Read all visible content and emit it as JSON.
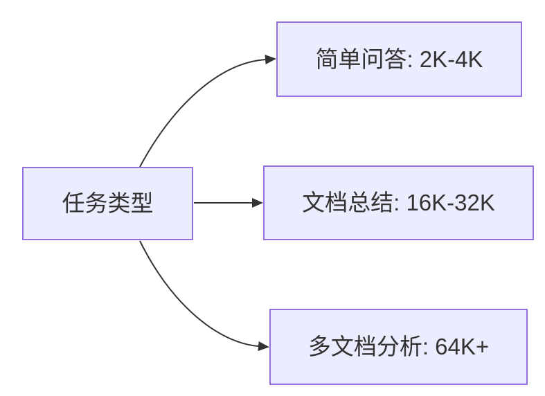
{
  "diagram": {
    "type": "flowchart-left-to-right",
    "nodes": [
      {
        "id": "task-type",
        "label": "任务类型"
      },
      {
        "id": "simple-qa",
        "label": "简单问答: 2K-4K"
      },
      {
        "id": "doc-summary",
        "label": "文档总结: 16K-32K"
      },
      {
        "id": "multi-doc",
        "label": "多文档分析: 64K+"
      }
    ],
    "edges": [
      {
        "from": "task-type",
        "to": "simple-qa"
      },
      {
        "from": "task-type",
        "to": "doc-summary"
      },
      {
        "from": "task-type",
        "to": "multi-doc"
      }
    ]
  },
  "colors": {
    "canvas-bg": "#ffffff",
    "node-fill": "#ECECFF",
    "node-border": "#9370DB",
    "text-color": "#333333",
    "edge-color": "#333333"
  }
}
